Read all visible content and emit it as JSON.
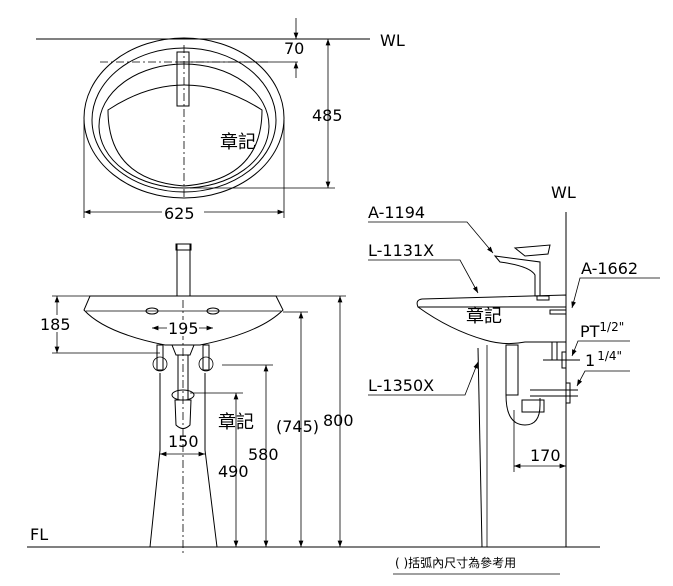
{
  "labels": {
    "wl_top": "WL",
    "wl_side": "WL",
    "fl": "FL",
    "stamp_top": "章記",
    "stamp_front": "章記",
    "stamp_side": "章記"
  },
  "dimensions": {
    "faucet_offset": "70",
    "depth": "485",
    "width": "625",
    "basin_height": "185",
    "hole_spacing": "195",
    "pedestal_width": "150",
    "trap_height": "490",
    "supply_height": "580",
    "rim_height_ref": "(745)",
    "total_height": "800",
    "wall_offset": "170"
  },
  "parts": {
    "faucet": "A-1194",
    "basin": "L-1131X",
    "pedestal": "L-1350X",
    "overflow": "A-1662",
    "supply_pt": "PT",
    "supply_frac": "1/2\"",
    "drain_whole": "1",
    "drain_frac": "1/4\""
  },
  "footnote": "(  )括弧內尺寸為參考用"
}
